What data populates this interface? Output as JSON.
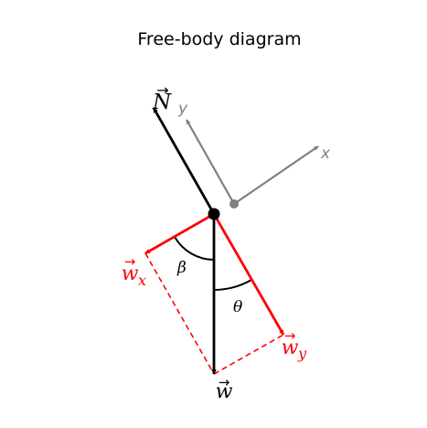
{
  "title": "Free-body diagram",
  "axes": {
    "x_label": "x",
    "y_label": "y"
  },
  "vectors": {
    "normal": "N",
    "weight": "w",
    "weight_x": "w",
    "weight_x_sub": "x",
    "weight_y": "w",
    "weight_y_sub": "y"
  },
  "angles": {
    "beta": "β",
    "theta": "θ"
  },
  "colors": {
    "force": "#000000",
    "component": "#ff0000",
    "axis": "#7f7f7f"
  }
}
